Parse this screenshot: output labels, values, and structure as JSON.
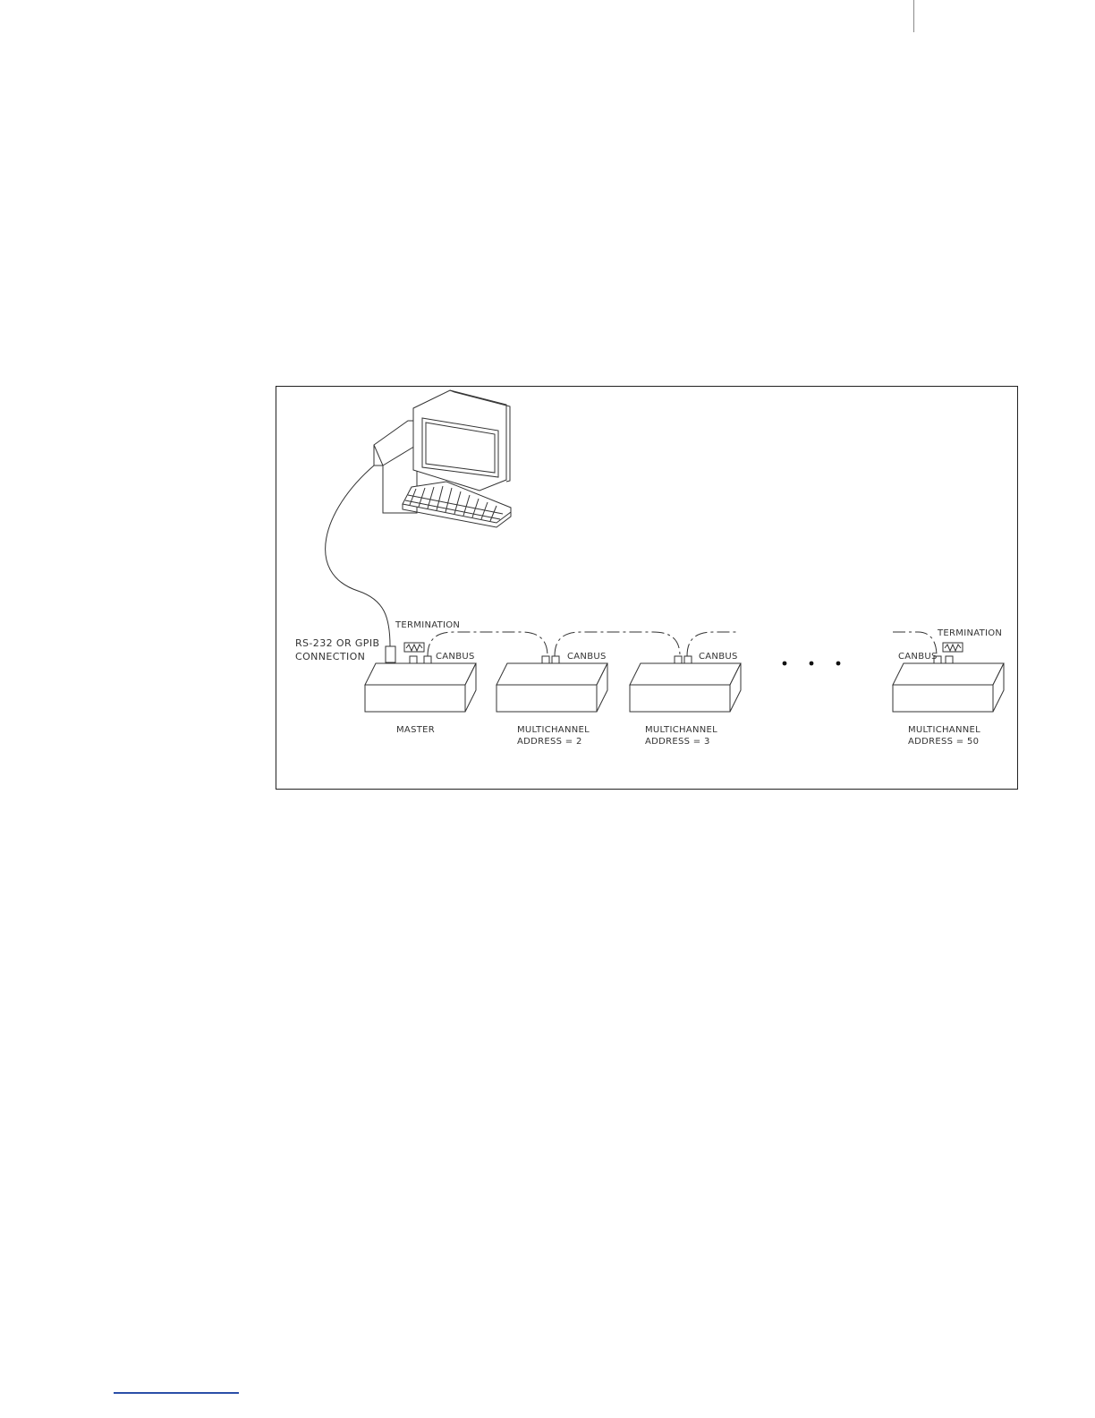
{
  "diagram": {
    "labels": {
      "serial_connection_line1": "RS-232 OR GPIB",
      "serial_connection_line2": "CONNECTION",
      "termination_left": "TERMINATION",
      "termination_right": "TERMINATION",
      "canbus_master": "CANBUS",
      "canbus_unit2": "CANBUS",
      "canbus_unit3": "CANBUS",
      "canbus_unit50": "CANBUS",
      "master": "MASTER",
      "unit2_line1": "MULTICHANNEL",
      "unit2_line2": "ADDRESS = 2",
      "unit3_line1": "MULTICHANNEL",
      "unit3_line2": "ADDRESS = 3",
      "unit50_line1": "MULTICHANNEL",
      "unit50_line2": "ADDRESS = 50"
    },
    "icons": {
      "computer": "computer-icon",
      "resistor": "resistor-icon",
      "ellipsis": "ellipsis-icon"
    }
  }
}
